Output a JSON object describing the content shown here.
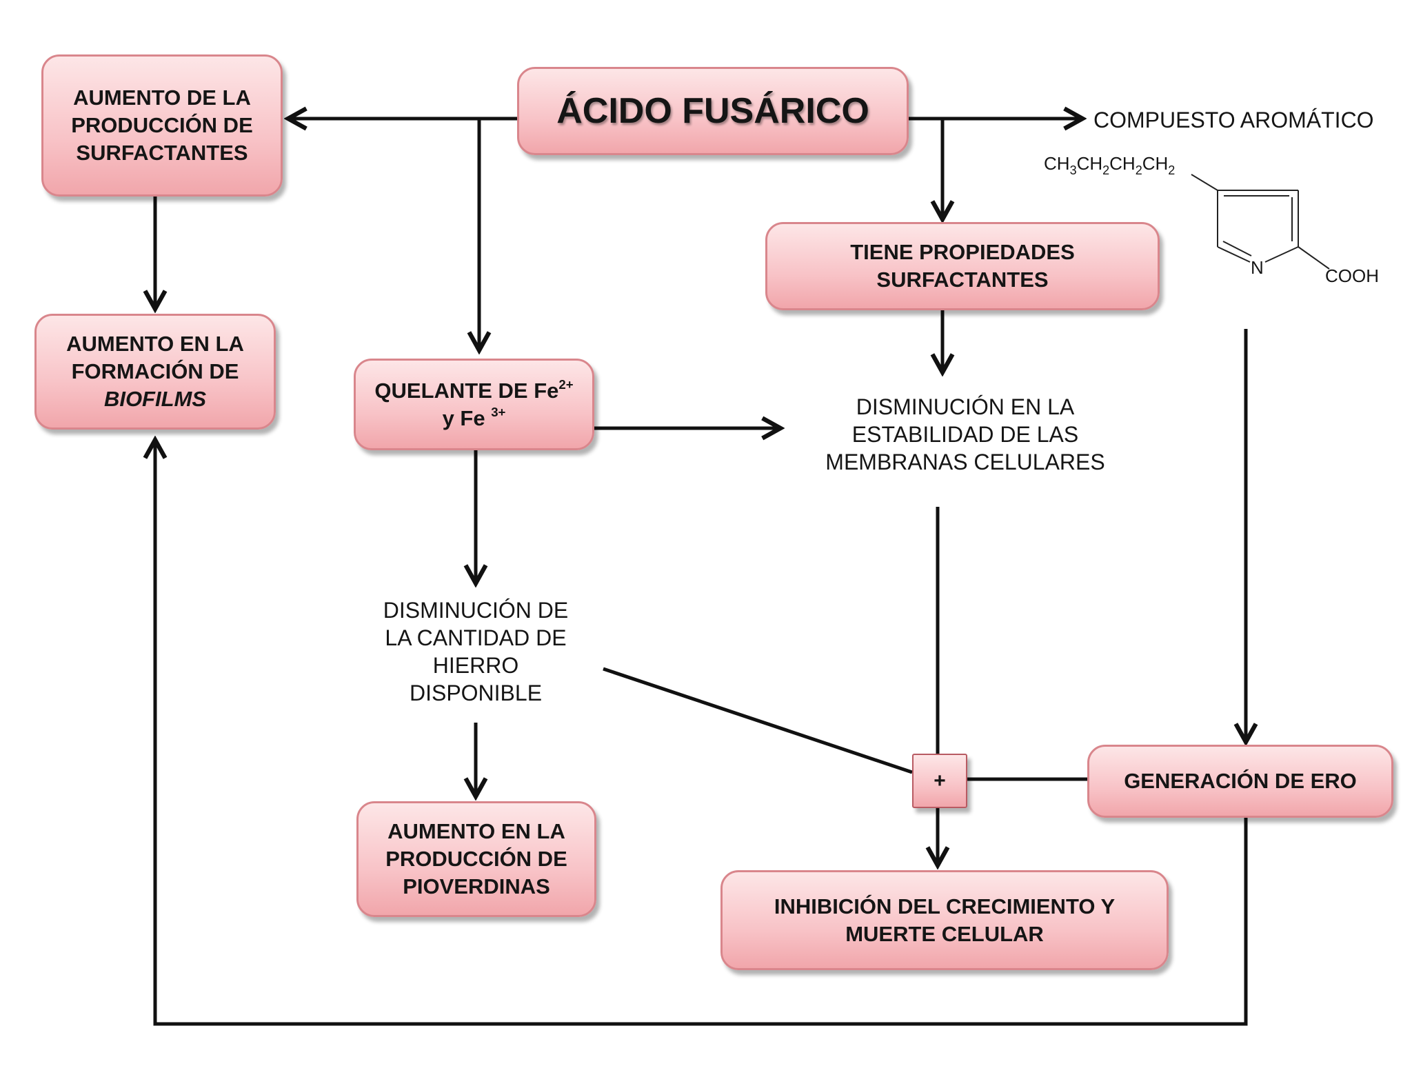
{
  "diagram": {
    "title": "ÁCIDO FUSÁRICO",
    "nodes": {
      "surfactant_production": {
        "lines": [
          "AUMENTO DE LA",
          "PRODUCCIÓN DE",
          "SURFACTANTES"
        ]
      },
      "biofilm_formation": {
        "lines": [
          "AUMENTO EN LA",
          "FORMACIÓN DE"
        ],
        "italic_line": "BIOFILMS"
      },
      "chelator": {
        "line1": "QUELANTE DE Fe",
        "line1_sup": "2+",
        "line2": "y Fe ",
        "line2_sup": "3+"
      },
      "surfactant_properties": {
        "lines": [
          "TIENE PROPIEDADES",
          "SURFACTANTES"
        ]
      },
      "membrane_stability": {
        "lines": [
          "DISMINUCIÓN EN LA",
          "ESTABILIDAD DE LAS",
          "MEMBRANAS CELULARES"
        ]
      },
      "iron_decrease": {
        "lines": [
          "DISMINUCIÓN DE",
          "LA CANTIDAD DE",
          "HIERRO",
          "DISPONIBLE"
        ]
      },
      "pyoverdine_production": {
        "lines": [
          "AUMENTO EN LA",
          "PRODUCCIÓN DE",
          "PIOVERDINAS"
        ]
      },
      "ero_generation": {
        "lines": [
          "GENERACIÓN DE ERO"
        ]
      },
      "growth_inhibition": {
        "lines": [
          "INHIBICIÓN DEL CRECIMIENTO Y",
          "MUERTE CELULAR"
        ]
      },
      "plus_junction": {
        "label": "+"
      }
    },
    "aromatic_label": "COMPUESTO AROMÁTICO",
    "structure": {
      "chain": [
        "CH",
        "3",
        "CH",
        "2",
        "CH",
        "2",
        "CH",
        "2"
      ],
      "nitrogen": "N",
      "carboxyl": "COOH"
    },
    "colors": {
      "box_fill_top": "#fde6e7",
      "box_fill_bottom": "#f1a6ab",
      "box_border": "#d9868c",
      "arrow": "#111111"
    }
  }
}
